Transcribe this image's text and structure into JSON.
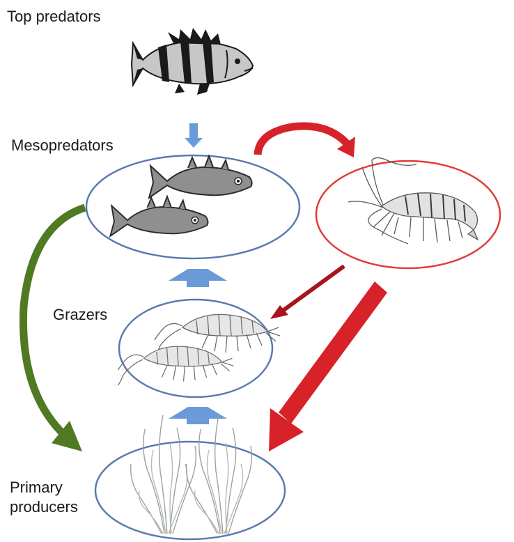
{
  "labels": {
    "top_predators": "Top predators",
    "mesopredators": "Mesopredators",
    "grazers": "Grazers",
    "primary_producers_line1": "Primary",
    "primary_producers_line2": "producers"
  },
  "colors": {
    "node_border_blue": "#5b79b0",
    "node_border_red": "#e23a3a",
    "arrow_blue": "#6a9bd8",
    "arrow_red": "#d8222a",
    "arrow_dark_red": "#a8141c",
    "arrow_green": "#4f7a22",
    "fish_body": "#8f8f8f",
    "perch_stripes": "#1a1a1a",
    "perch_body": "#c7c7c7",
    "plant": "#a9afa9"
  },
  "icons": {
    "top": "perch-fish-icon",
    "meso": "stickleback-fish-icon",
    "shrimp": "shrimp-icon",
    "grazer": "amphipod-icon",
    "producer": "seaweed-icon"
  }
}
